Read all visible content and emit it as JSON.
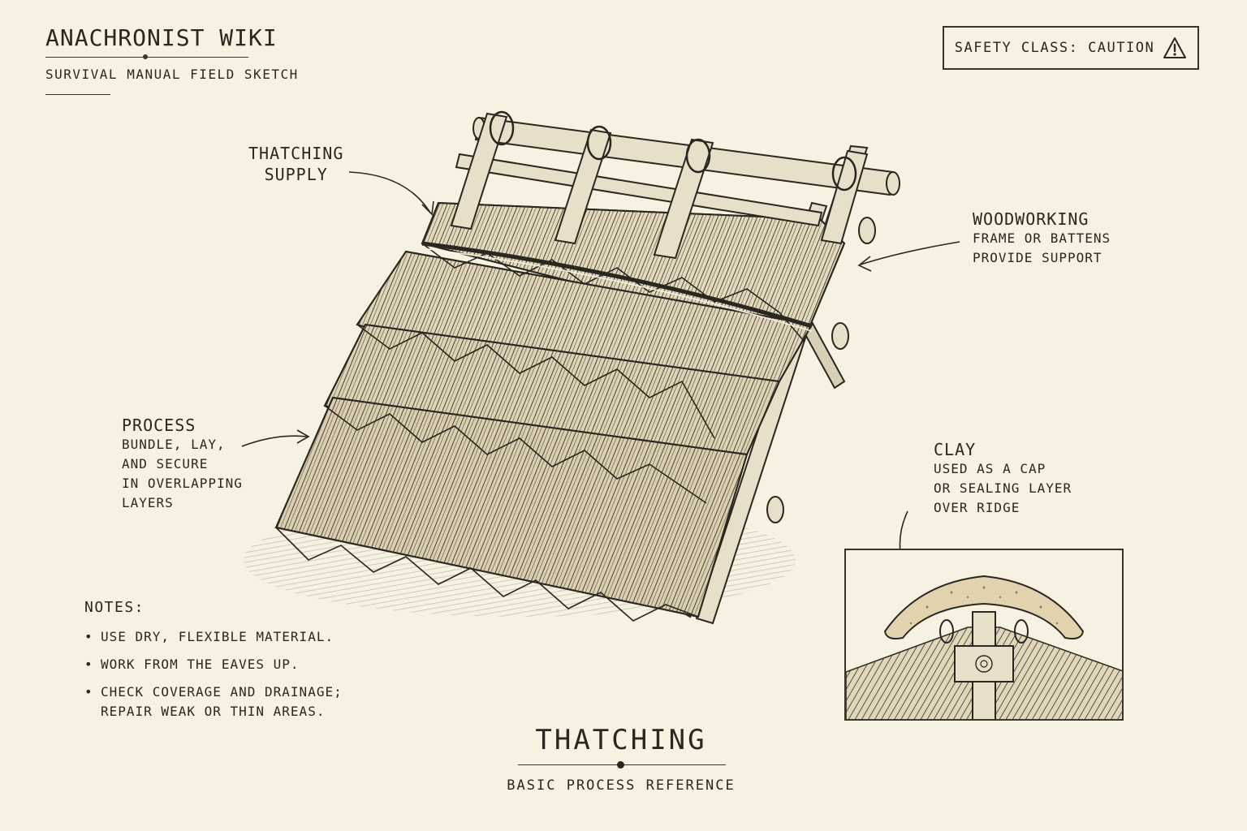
{
  "header": {
    "wiki_title": "ANACHRONIST WIKI",
    "wiki_subtitle": "SURVIVAL MANUAL FIELD SKETCH"
  },
  "safety": {
    "label": "SAFETY CLASS: CAUTION",
    "icon": "warning-triangle-icon"
  },
  "labels": {
    "thatching_supply": {
      "line1": "THATCHING",
      "line2": "SUPPLY"
    },
    "woodworking": {
      "title": "WOODWORKING",
      "line1": "FRAME OR BATTENS",
      "line2": "PROVIDE SUPPORT"
    },
    "process": {
      "title": "PROCESS",
      "line1": "BUNDLE, LAY,",
      "line2": "AND SECURE",
      "line3": "IN OVERLAPPING",
      "line4": "LAYERS"
    },
    "clay": {
      "title": "CLAY",
      "line1": "USED AS A CAP",
      "line2": "OR SEALING LAYER",
      "line3": "OVER RIDGE"
    }
  },
  "notes": {
    "title": "NOTES:",
    "items": [
      "USE DRY, FLEXIBLE MATERIAL.",
      "WORK FROM THE EAVES UP.",
      "CHECK COVERAGE AND DRAINAGE; REPAIR WEAK OR THIN AREAS."
    ]
  },
  "footer": {
    "title": "THATCHING",
    "subtitle": "BASIC PROCESS REFERENCE"
  },
  "colors": {
    "paper": "#f7f1e1",
    "ink": "#2a2620",
    "straw": "#d9cfb4"
  }
}
